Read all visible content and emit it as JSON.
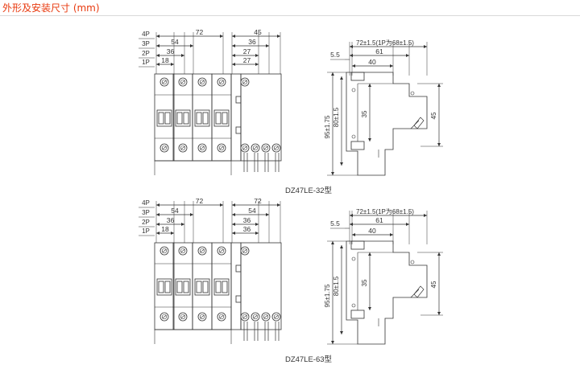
{
  "title": "外形及安装尺寸 (mm)",
  "pole_labels": [
    "4P",
    "3P",
    "2P",
    "1P"
  ],
  "blocks": [
    {
      "model": "DZ47LE-32型",
      "front": {
        "dim_4p": "72",
        "dim_3p": "54",
        "dim_2p": "36",
        "dim_1p": "18",
        "rcd_4p": "45",
        "rcd_3p": "36",
        "rcd_2p": "27",
        "rcd_1p": "27"
      },
      "side": {
        "dim_72": "72±1.5(1P为68±1.5)",
        "dim_61": "61",
        "dim_40": "40",
        "dim_55": "5.5",
        "dim_95": "95±1.75",
        "dim_80": "80±1.5",
        "dim_35": "35",
        "dim_45": "45"
      }
    },
    {
      "model": "DZ47LE-63型",
      "front": {
        "dim_4p": "72",
        "dim_3p": "54",
        "dim_2p": "36",
        "dim_1p": "18",
        "rcd_4p": "72",
        "rcd_3p": "54",
        "rcd_2p": "36",
        "rcd_1p": "36"
      },
      "side": {
        "dim_72": "72±1.5(1P为68±1.5)",
        "dim_61": "61",
        "dim_40": "40",
        "dim_55": "5.5",
        "dim_95": "95±1.75",
        "dim_80": "80±1.5",
        "dim_35": "35",
        "dim_45": "45"
      }
    }
  ],
  "colors": {
    "title": "#e8380d",
    "line": "#333333"
  }
}
